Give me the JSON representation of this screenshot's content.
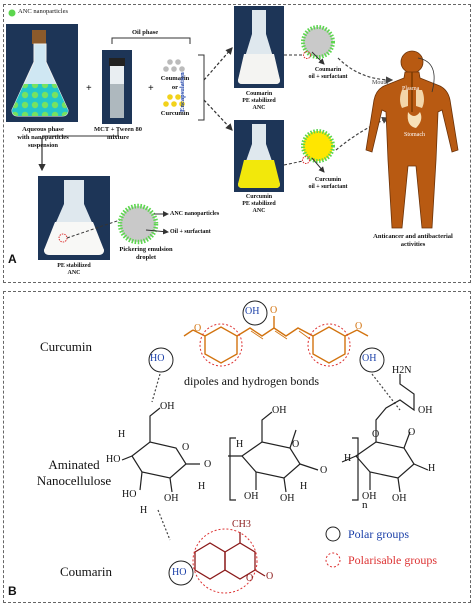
{
  "panelA": {
    "label": "A",
    "legend_anc": "ANC nanoparticles",
    "flask_caption": [
      "Aqueous phase",
      "with nanoparticles",
      "suspension"
    ],
    "tube_caption": "MCT + Tween 80",
    "tube_caption2": "mixture",
    "oil_phase_label": "Oil phase",
    "coumarin_label": "Coumarin",
    "or_label": "or",
    "curcumin_label": "Curcumin",
    "plus": "+",
    "encapsulation_label": "Encapsulation",
    "coumarin_anc_caption": [
      "Coumarin",
      "PE stabilized",
      "ANC"
    ],
    "coumarin_droplet_caption": [
      "Coumarin",
      "oil + surfactant"
    ],
    "curcumin_anc_caption": [
      "Curcumin",
      "PE stabilized",
      "ANC"
    ],
    "curcumin_droplet_caption": [
      "Curcumin",
      "oil + surfactant"
    ],
    "pe_anc_caption": [
      "PE stabilized",
      "ANC"
    ],
    "droplet_anc_label": "ANC nanoparticles",
    "droplet_oil_label": "Oil + surfactant",
    "droplet_caption": [
      "Pickering emulsion",
      "droplet"
    ],
    "body_mouth": "Mouth",
    "body_plasma": "Plasma",
    "body_stomach": "Stomach",
    "activities": [
      "Anticancer and antibacterial",
      "activities"
    ]
  },
  "panelB": {
    "label": "B",
    "curcumin": "Curcumin",
    "dipoles": "dipoles and hydrogen bonds",
    "aminated": [
      "Aminated",
      "Nanocellulose"
    ],
    "coumarin": "Coumarin",
    "polar_groups": "Polar groups",
    "polarisable_groups": "Polarisable groups",
    "atoms": {
      "OH": "OH",
      "HO": "HO",
      "O": "O",
      "H": "H",
      "H2N": "H2N",
      "n": "n",
      "CH3": "CH3"
    }
  },
  "colors": {
    "green": "#5cd64e",
    "yellow": "#ffe600",
    "orange": "#d2730f",
    "body": "#b85a12",
    "coumarin_red": "#8b1a1a",
    "polar_blue": "#1a3fa8",
    "dashed_red": "#d33"
  }
}
